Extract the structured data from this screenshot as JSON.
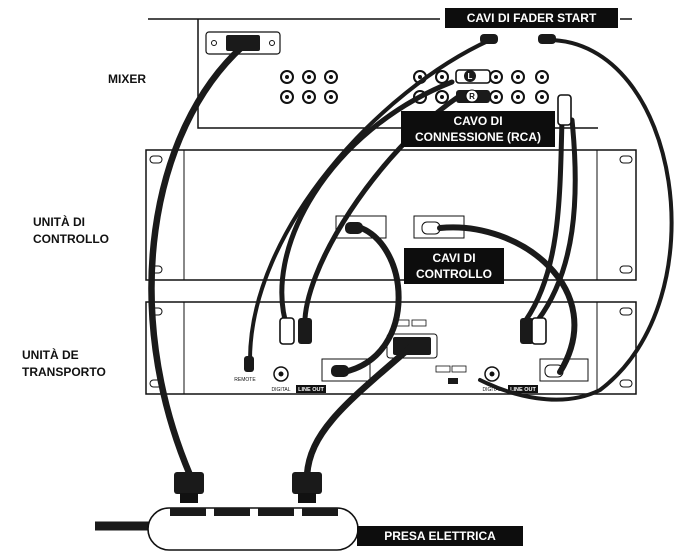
{
  "labels": {
    "mixer": "MIXER",
    "control_unit": [
      "UNITÀ DI",
      "CONTROLLO"
    ],
    "transport_unit": [
      "UNITÀ DE",
      "TRANSPORTO"
    ]
  },
  "callouts": {
    "fader_start": "CAVI DI FADER START",
    "rca": [
      "CAVO DI",
      "CONNESSIONE (RCA)"
    ],
    "control_cables": [
      "CAVI DI",
      "CONTROLLO"
    ],
    "power": "PRESA ELETTRICA"
  },
  "jack_letters": {
    "left": "L",
    "right": "R"
  },
  "panel_text": {
    "line_out": "LINE OUT",
    "digital": "DIGITAL",
    "remote": "REMOTE"
  },
  "colors": {
    "ink": "#111111",
    "cable": "#1a1a1a",
    "callout_bg": "#0d0d0d",
    "callout_text": "#ffffff"
  }
}
